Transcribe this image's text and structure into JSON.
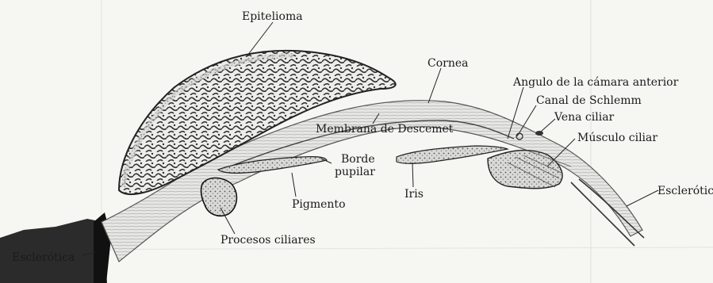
{
  "labels": {
    "epitelioma": "Epitelioma",
    "cornea": "Cornea",
    "angulo": "Angulo de la cámara anterior",
    "canal": "Canal de Schlemm",
    "vena": "Vena ciliar",
    "musculo": "Músculo ciliar",
    "descemet": "Membrana de Descemet",
    "borde_1": "Borde",
    "borde_2": "pupilar",
    "iris": "Iris",
    "pigmento": "Pigmento",
    "procesos": "Procesos ciliares",
    "esclerotica_right": "Esclerótic",
    "esclerotica_left": "Esclerótica"
  },
  "colors": {
    "paper": "#f6f6f3",
    "ink": "#1a1a1a",
    "tissue": "#cfcfcf",
    "tissue_dark": "#6a6a6a"
  }
}
